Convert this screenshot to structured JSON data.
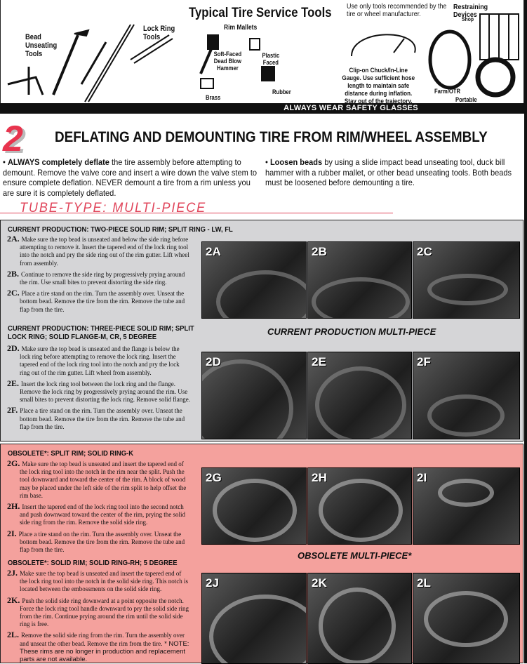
{
  "tools": {
    "title": "Typical Tire Service Tools",
    "bead_unseating": "Bead Unseating Tools",
    "lock_ring": "Lock Ring Tools",
    "rim_mallets": "Rim Mallets",
    "soft_faced": "Soft-Faced Dead Blow Hammer",
    "plastic": "Plastic Faced",
    "brass": "Brass",
    "rubber": "Rubber",
    "recommend": "Use only tools recommended by the tire or wheel manufacturer.",
    "gauge": "Clip-on Chuck/In-Line Gauge. Use sufficient hose length to maintain safe distance during inflation. Stay out of the trajectory.",
    "restraining": "Restraining Devices",
    "shop": "Shop",
    "farm": "Farm/OTR",
    "portable": "Portable",
    "safety": "ALWAYS WEAR SAFETY GLASSES"
  },
  "section": {
    "number": "2",
    "title": "DEFLATING AND DEMOUNTING TIRE FROM RIM/WHEEL ASSEMBLY",
    "bullet1_bold": "ALWAYS completely deflate",
    "bullet1": " the tire assembly before attempting to demount. Remove the valve core and insert a wire down the valve stem to ensure complete deflation. NEVER demount a tire from a rim unless you are sure it is completely deflated.",
    "bullet2_bold": "Loosen beads",
    "bullet2": " by using a slide impact bead unseating tool, duck bill hammer with a rubber mallet, or other bead unseating tools. Both beads must be loosened before demounting a tire.",
    "subtitle": "TUBE-TYPE: MULTI-PIECE"
  },
  "current": {
    "h1": "CURRENT PRODUCTION: TWO-PIECE SOLID RIM; SPLIT RING - LW, FL",
    "h2": "CURRENT PRODUCTION: THREE-PIECE SOLID RIM; SPLIT LOCK RING; SOLID FLANGE-M, CR, 5 DEGREE",
    "caption": "CURRENT PRODUCTION MULTI-PIECE",
    "steps": [
      {
        "id": "2A.",
        "text": "Make sure the top bead is unseated and below the side ring before attempting to remove it. Insert the tapered end of the lock ring tool into the notch and pry the side ring out of the rim gutter. Lift wheel from assembly."
      },
      {
        "id": "2B.",
        "text": "Continue to remove the side ring by progressively prying around the rim. Use small bites to prevent distorting the side ring."
      },
      {
        "id": "2C.",
        "text": "Place a tire stand on the rim. Turn the assembly over. Unseat the bottom bead. Remove the tire from the rim. Remove the tube and flap from the tire."
      },
      {
        "id": "2D.",
        "text": "Make sure the top bead is unseated and the flange is below the lock ring before attempting to remove the lock ring. Insert the tapered end of the lock ring tool into the notch and pry the lock ring out of the rim gutter. Lift wheel from assembly."
      },
      {
        "id": "2E.",
        "text": "Insert the lock ring tool between the lock ring and the flange. Remove the lock ring by progressively prying around the rim. Use small bites to prevent distorting the lock ring. Remove solid flange."
      },
      {
        "id": "2F.",
        "text": "Place a tire stand on the rim. Turn the assembly over. Unseat the bottom bead. Remove the tire from the rim. Remove the tube and flap from the tire."
      }
    ],
    "photos": [
      "2A",
      "2B",
      "2C",
      "2D",
      "2E",
      "2F"
    ]
  },
  "obsolete": {
    "h1": "OBSOLETE*: SPLIT RIM; SOLID RING-K",
    "h2": "OBSOLETE*: SOLID RIM; SOLID RING-RH; 5 DEGREE",
    "caption": "OBSOLETE MULTI-PIECE*",
    "steps": [
      {
        "id": "2G.",
        "text": "Make sure the top bead is unseated and insert the tapered end of the lock ring tool into the notch in the rim near the split. Push the tool downward and toward the center of the rim. A block of wood may be placed under the left side of the rim split to help offset the rim base."
      },
      {
        "id": "2H.",
        "text": "Insert the tapered end of the lock ring tool into the second notch and push downward toward the center of the rim, prying the solid side ring from the rim. Remove the solid side ring."
      },
      {
        "id": "2I.",
        "text": "Place a tire stand on the rim. Turn the assembly over. Unseat the bottom bead. Remove the tire from the rim. Remove the tube and flap from the tire."
      },
      {
        "id": "2J.",
        "text": "Make sure the top bead is unseated and insert the tapered end of the lock ring tool into the notch in the solid side ring. This notch is located between the embossments on the solid side ring."
      },
      {
        "id": "2K.",
        "text": "Push the solid side ring downward at a point opposite the notch. Force the lock ring tool handle downward to pry the solid side ring from the rim. Continue prying around the rim until the solid side ring is free."
      },
      {
        "id": "2L.",
        "text": "Remove the solid side ring from the rim. Turn the assembly over and unseat the other bead. Remove the rim from the tire.",
        "note": " * NOTE: These rims are no longer in production and replacement parts are not available."
      }
    ],
    "photos": [
      "2G",
      "2H",
      "2I",
      "2J",
      "2K",
      "2L"
    ]
  },
  "colors": {
    "accent": "#e8344e",
    "gray_panel": "#d5d5d7",
    "pink_panel": "#f4a19d"
  }
}
